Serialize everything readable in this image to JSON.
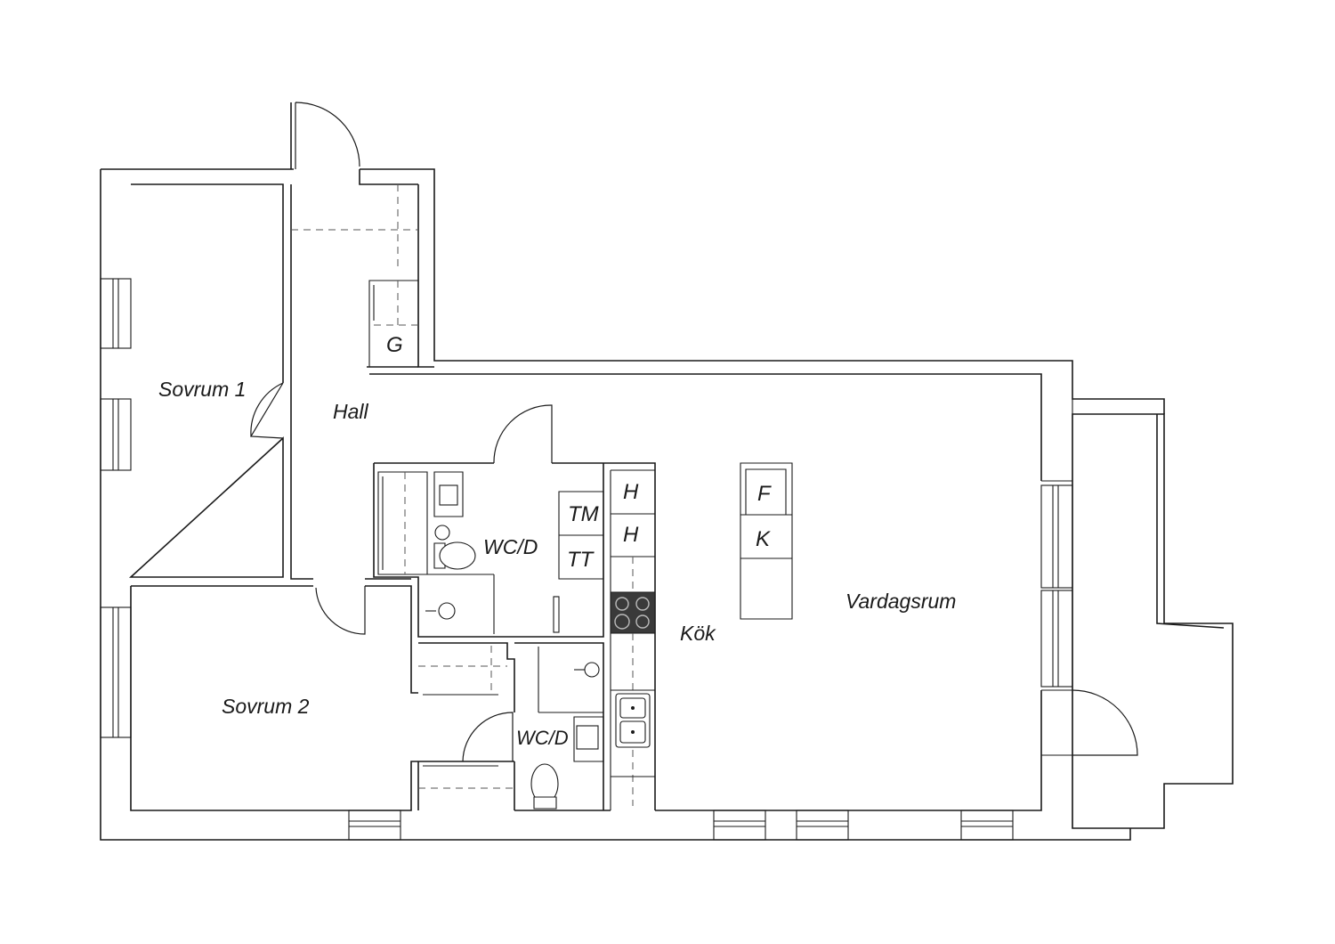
{
  "rooms": {
    "sovrum1": "Sovrum 1",
    "hall": "Hall",
    "sovrum2": "Sovrum 2",
    "wcd1": "WC/D",
    "wcd2": "WC/D",
    "kok": "Kök",
    "vardagsrum": "Vardagsrum"
  },
  "fixtures": {
    "wardrobe": "G",
    "washer": "TM",
    "dryer": "TT",
    "cabinet_h1": "H",
    "cabinet_h2": "H",
    "fridge": "F",
    "freezer": "K"
  },
  "colors": {
    "line": "#1a1a1a",
    "stove": "#3a3a3a"
  }
}
